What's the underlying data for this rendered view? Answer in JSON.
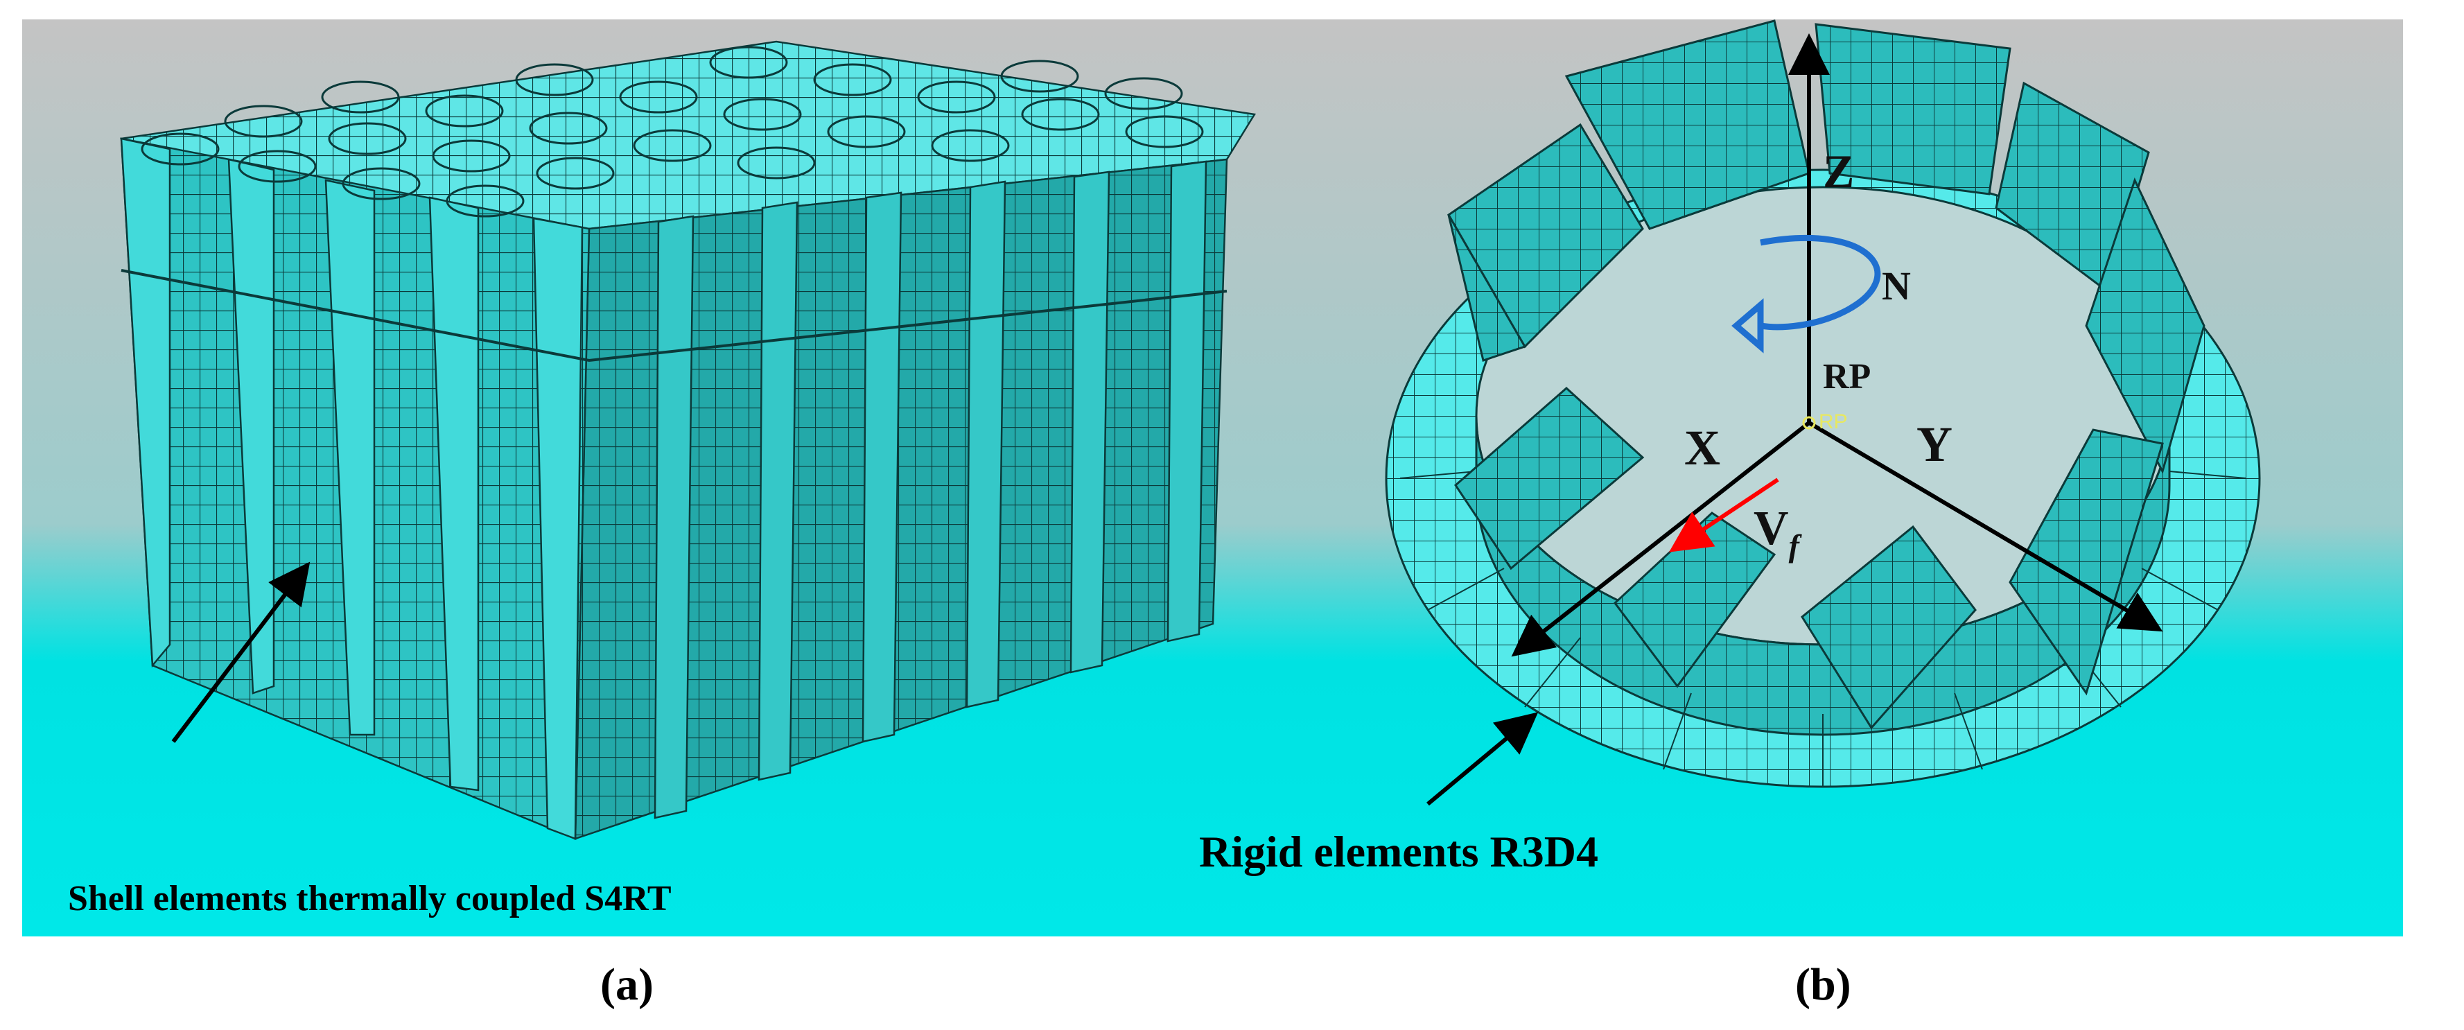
{
  "panels": [
    {
      "id": "a",
      "label": "(a)",
      "annotation": "Shell elements thermally coupled S4RT"
    },
    {
      "id": "b",
      "label": "(b)",
      "annotation": "Rigid elements R3D4",
      "axes": {
        "z": "Z",
        "n": "N",
        "x": "X",
        "y": "Y",
        "rp": "RP",
        "rp_small": "RP",
        "vf_main": "V",
        "vf_sub": "f"
      }
    }
  ],
  "colors": {
    "mesh_fill": "#2ec4c4",
    "mesh_fill_light": "#6ff0f0",
    "mesh_line": "#0a3838",
    "bg_top": "#c2c2c2",
    "bg_bottom": "#00e4e4",
    "arrow_black": "#000000",
    "arrow_red": "#ff0000",
    "rotation_blue": "#1f6fd0",
    "rp_marker": "#e8e860"
  }
}
